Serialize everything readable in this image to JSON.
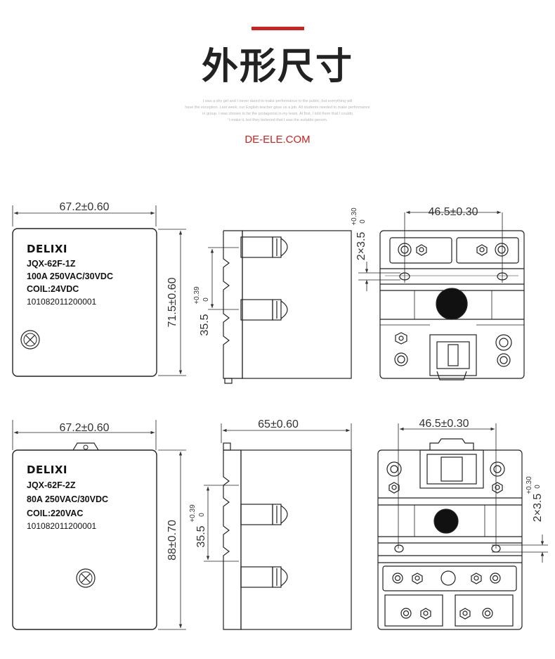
{
  "header": {
    "title": "外形尺寸",
    "blurb_lines": [
      "I was a shy girl and I never dared to make performance to the public, but everything will",
      "have the exception. Last week, our English teacher gave us a job. All students needed to make performance",
      "in group. I was chosen to be the protagonist in my team. At first, I told them that I couldn",
      "' t make it, but they believed that I was the suitable person."
    ],
    "site": "DE-ELE.COM",
    "accent_color": "#d0201f"
  },
  "relay_1z": {
    "front": {
      "width_dim": "67.2±0.60",
      "height_dim": "71.5±0.60",
      "brand": "DELIXI",
      "model": "JQX-62F-1Z",
      "rating": "100A  250VAC/30VDC",
      "coil": "COIL:24VDC",
      "serial": "101082011200001"
    },
    "side": {
      "pitch_dim": "35.5",
      "pitch_tol_plus": "+0.39",
      "pitch_tol_minus": "0"
    },
    "bottom": {
      "width_dim": "46.5±0.30",
      "hole_dim": "2×3.5",
      "hole_tol_plus": "+0.30",
      "hole_tol_minus": "0"
    }
  },
  "relay_2z": {
    "front": {
      "width_dim": "67.2±0.60",
      "height_dim": "88±0.70",
      "brand": "DELIXI",
      "model": "JQX-62F-2Z",
      "rating": "80A  250VAC/30VDC",
      "coil": "COIL:220VAC",
      "serial": "101082011200001"
    },
    "side": {
      "depth_dim": "65±0.60",
      "pitch_dim": "35.5",
      "pitch_tol_plus": "+0.39",
      "pitch_tol_minus": "0"
    },
    "bottom": {
      "width_dim": "46.5±0.30",
      "hole_dim": "2×3.5",
      "hole_tol_plus": "+0.30",
      "hole_tol_minus": "0"
    }
  }
}
